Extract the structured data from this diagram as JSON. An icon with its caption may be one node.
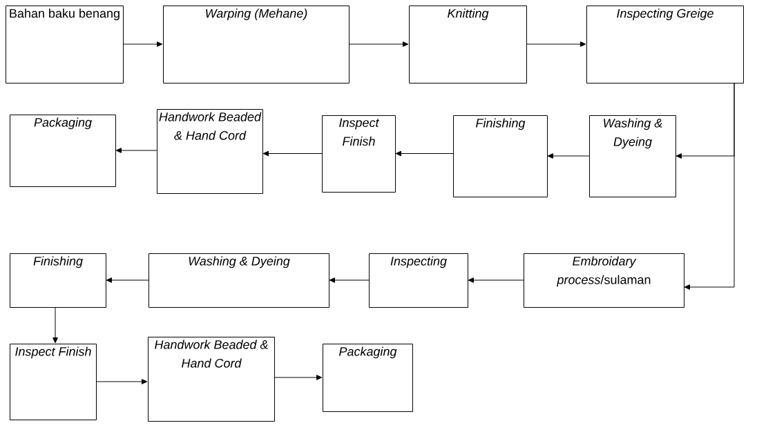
{
  "diagram": {
    "nodes": [
      {
        "text": [
          "Bahan baku benang"
        ]
      },
      {
        "text": [
          "Warping (Mehane)"
        ]
      },
      {
        "text": [
          "Knitting"
        ]
      },
      {
        "text": [
          "Inspecting Greige"
        ]
      },
      {
        "text": [
          "Packaging"
        ]
      },
      {
        "text": [
          "Handwork Beaded & Hand Cord"
        ]
      },
      {
        "text": [
          "Inspect Finish"
        ]
      },
      {
        "text": [
          "Finishing"
        ]
      },
      {
        "text": [
          "Washing & Dyeing"
        ]
      },
      {
        "text": [
          "*Embroidary process*/sulaman"
        ]
      },
      {
        "text": [
          "Inspecting"
        ]
      },
      {
        "text": [
          "Washing & Dyeing"
        ]
      },
      {
        "text": [
          "Finishing"
        ]
      },
      {
        "text": [
          "Inspect Finish"
        ]
      },
      {
        "text": [
          "Handwork Beaded & Hand Cord"
        ]
      },
      {
        "text": [
          "Packaging"
        ]
      }
    ],
    "edges": [
      {
        "from": 0,
        "to": 1,
        "arrow": "to"
      },
      {
        "from": 1,
        "to": 2,
        "arrow": "to"
      },
      {
        "from": 2,
        "to": 3,
        "arrow": "to"
      },
      {
        "from": 3,
        "to": 8,
        "arrow": "to"
      },
      {
        "from": 3,
        "to": 9,
        "arrow": "to"
      },
      {
        "from": 8,
        "to": 7,
        "arrow": "to"
      },
      {
        "from": 7,
        "to": 6,
        "arrow": "to"
      },
      {
        "from": 6,
        "to": 5,
        "arrow": "to"
      },
      {
        "from": 5,
        "to": 4,
        "arrow": "to"
      },
      {
        "from": 9,
        "to": 10,
        "arrow": "to"
      },
      {
        "from": 10,
        "to": 11,
        "arrow": "to"
      },
      {
        "from": 11,
        "to": 12,
        "arrow": "to"
      },
      {
        "from": 12,
        "to": 13,
        "arrow": "to"
      },
      {
        "from": 13,
        "to": 14,
        "arrow": "to"
      },
      {
        "from": 14,
        "to": 15,
        "arrow": "to"
      }
    ]
  }
}
